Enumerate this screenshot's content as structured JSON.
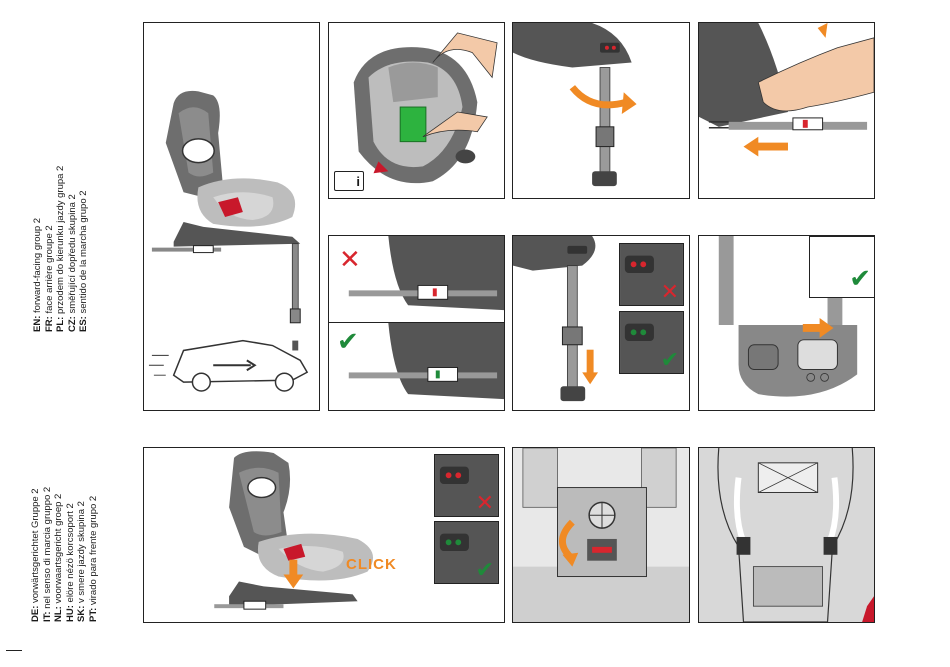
{
  "language_group_1": [
    {
      "code": "EN:",
      "text": "forward-facing group 2"
    },
    {
      "code": "FR:",
      "text": "face arrière groupe 2"
    },
    {
      "code": "PL:",
      "text": "przodem do kierunku jazdy grupa 2"
    },
    {
      "code": "CZ:",
      "text": "směřující dopředu skupina 2"
    },
    {
      "code": "ES:",
      "text": "sentido de la marcha grupo 2"
    }
  ],
  "language_group_2": [
    {
      "code": "DE:",
      "text": "vorwärtsgerichtet Gruppe 2"
    },
    {
      "code": "IT:",
      "text": "nel senso di marcia gruppo 2"
    },
    {
      "code": "NL:",
      "text": "voorwaartsgericht groep 2"
    },
    {
      "code": "HU:",
      "text": "elöre nézö korcsoport 2"
    },
    {
      "code": "SK:",
      "text": "v smere jazdy skupina 2"
    },
    {
      "code": "PT:",
      "text": "virado para frente grupo 2"
    }
  ],
  "click_label": "CLICK",
  "colors": {
    "accent_orange": "#f08a24",
    "ok_green": "#1f8a3a",
    "error_red": "#d8262e",
    "seat_grey": "#6e6e6e",
    "seat_light": "#bdbdbd",
    "belt_red": "#c8182b"
  },
  "icons": [
    "manual-info-icon",
    "cross-mark-icon",
    "check-mark-icon",
    "arrow-icon",
    "car-direction-icon"
  ]
}
